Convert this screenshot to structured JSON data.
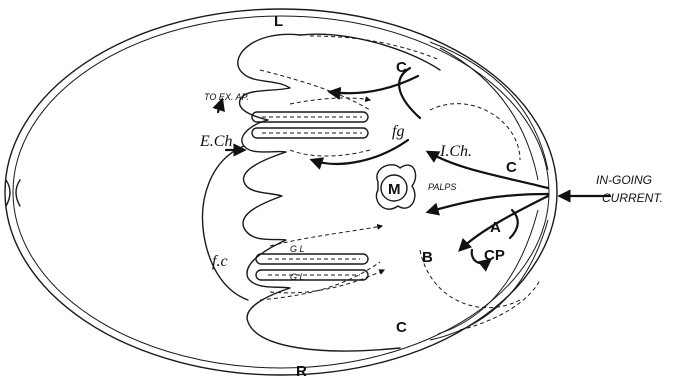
{
  "labels": {
    "L": "L",
    "R": "R",
    "C_top": "C",
    "C_right": "C",
    "C_bottom": "C",
    "to_ex_ap": "TO EX. AP.",
    "e_ch": "E.Ch.",
    "fg": "fg",
    "i_ch": "I.Ch.",
    "fc": "f.c",
    "M": "M",
    "palps": "PALPS",
    "A": "A",
    "B": "B",
    "CP": "CP",
    "gl_upper": "G L",
    "gl_lower": "G L",
    "in_going_current_line1": "IN-GOING",
    "in_going_current_line2": "CURRENT."
  }
}
